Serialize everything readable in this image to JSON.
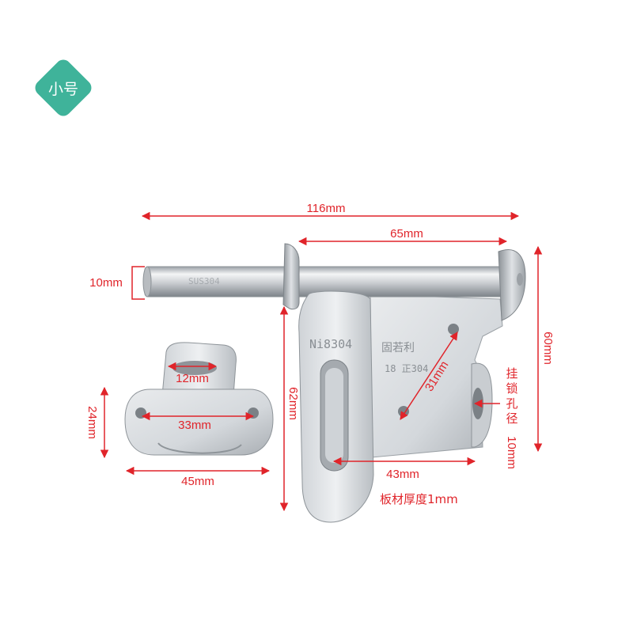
{
  "badge": {
    "label": "小号",
    "color": "#3fb39a"
  },
  "accent_color": "#e0242a",
  "dimensions": {
    "total_length": "116mm",
    "bolt_length": "65mm",
    "bolt_diameter": "10mm",
    "height_right": "60mm",
    "plate_height": "62mm",
    "hole_spacing": "31mm",
    "plate_width": "43mm",
    "lock_hole": [
      "挂",
      "锁",
      "孔",
      "径",
      "10mm"
    ],
    "thickness_note": "板材厚度1mm",
    "keeper_slot": "12mm",
    "keeper_hole_spacing": "33mm",
    "keeper_height": "24mm",
    "keeper_width": "45mm"
  },
  "engraving": {
    "plate_mark": "Ni8304",
    "brand": "固若利",
    "grade": "18 正304",
    "bolt_mark": "SUS304"
  }
}
